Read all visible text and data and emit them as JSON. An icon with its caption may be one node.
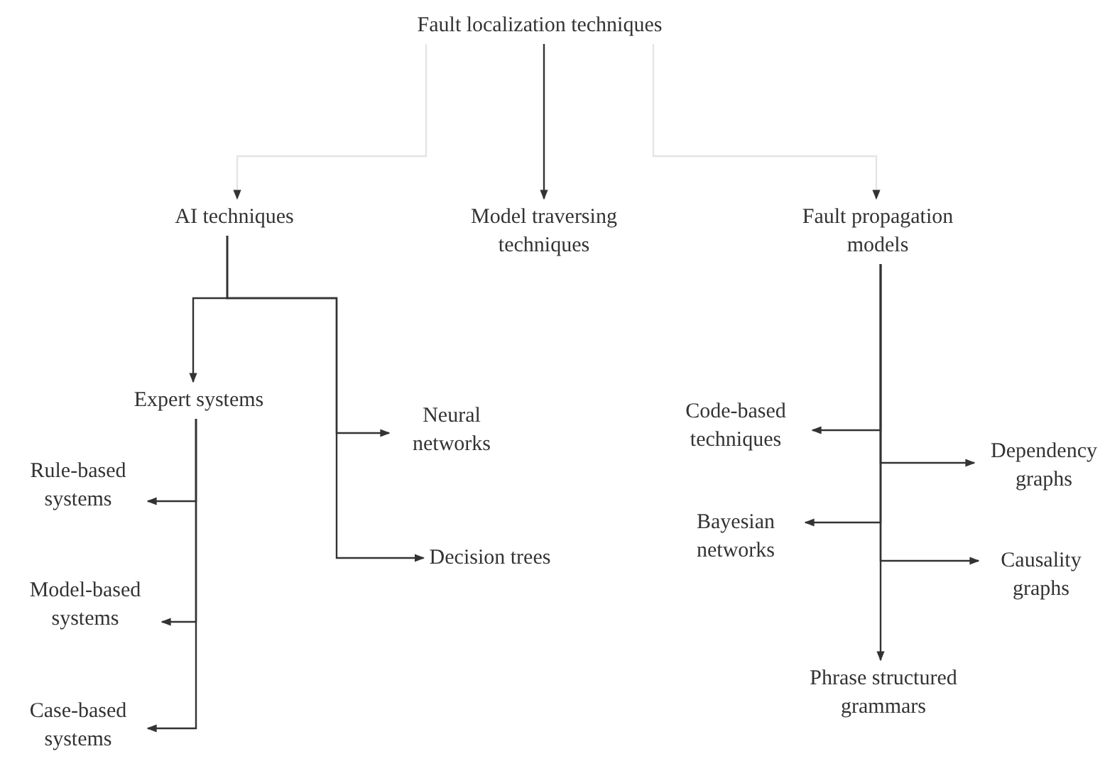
{
  "diagram": {
    "nodes": [
      {
        "text": [
          "Fault localization techniques"
        ]
      },
      {
        "text": [
          "AI techniques"
        ]
      },
      {
        "text": [
          "Model traversing techniques"
        ]
      },
      {
        "text": [
          "Fault propagation models"
        ]
      },
      {
        "text": [
          "Expert systems"
        ]
      },
      {
        "text": [
          "Neural networks"
        ]
      },
      {
        "text": [
          "Rule-based systems"
        ]
      },
      {
        "text": [
          "Decision trees"
        ]
      },
      {
        "text": [
          "Model-based systems"
        ]
      },
      {
        "text": [
          "Case-based systems"
        ]
      },
      {
        "text": [
          "Code-based techniques"
        ]
      },
      {
        "text": [
          "Dependency graphs"
        ]
      },
      {
        "text": [
          "Bayesian networks"
        ]
      },
      {
        "text": [
          "Causality graphs"
        ]
      },
      {
        "text": [
          "Phrase structured grammars"
        ]
      }
    ],
    "edges": [
      {
        "from": 0,
        "to": 1,
        "arrow": "to",
        "color": "#e4e4e4"
      },
      {
        "from": 0,
        "to": 2,
        "arrow": "to"
      },
      {
        "from": 0,
        "to": 3,
        "arrow": "to",
        "color": "#e4e4e4"
      },
      {
        "from": 1,
        "to": 4,
        "arrow": "to"
      },
      {
        "from": 1,
        "to": 5,
        "arrow": "to"
      },
      {
        "from": 1,
        "to": 7,
        "arrow": "to"
      },
      {
        "from": 4,
        "to": 6,
        "arrow": "to"
      },
      {
        "from": 4,
        "to": 8,
        "arrow": "to"
      },
      {
        "from": 4,
        "to": 9,
        "arrow": "to"
      },
      {
        "from": 3,
        "to": 10,
        "arrow": "to"
      },
      {
        "from": 3,
        "to": 11,
        "arrow": "to"
      },
      {
        "from": 3,
        "to": 12,
        "arrow": "to"
      },
      {
        "from": 3,
        "to": 13,
        "arrow": "to"
      },
      {
        "from": 3,
        "to": 14,
        "arrow": "to"
      }
    ]
  }
}
